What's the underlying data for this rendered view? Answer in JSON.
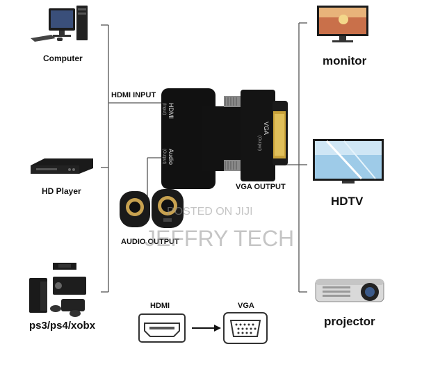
{
  "sources": [
    {
      "label": "Computer",
      "icon": "computer-icon"
    },
    {
      "label": "HD Player",
      "icon": "dvd-player-icon"
    },
    {
      "label": "ps3/ps4/xobx",
      "icon": "game-console-icon"
    }
  ],
  "outputs": [
    {
      "label": "monitor",
      "icon": "monitor-icon"
    },
    {
      "label": "HDTV",
      "icon": "hdtv-icon"
    },
    {
      "label": "projector",
      "icon": "projector-icon"
    }
  ],
  "adapter": {
    "hdmi_input_label": "HDMI INPUT",
    "vga_output_label": "VGA OUTPUT",
    "audio_output_label": "AUDIO OUTPUT",
    "port_hdmi_text": "HDMI",
    "port_hdmi_sub": "(Input)",
    "port_audio_text": "Audio",
    "port_audio_sub": "(Output)",
    "port_vga_text": "VGA",
    "port_vga_sub": "(Output)"
  },
  "bottom": {
    "hdmi_label": "HDMI",
    "vga_label": "VGA"
  },
  "watermark": {
    "posted": "POSTED ON JIJI",
    "seller": "JEFFRY TECH"
  }
}
